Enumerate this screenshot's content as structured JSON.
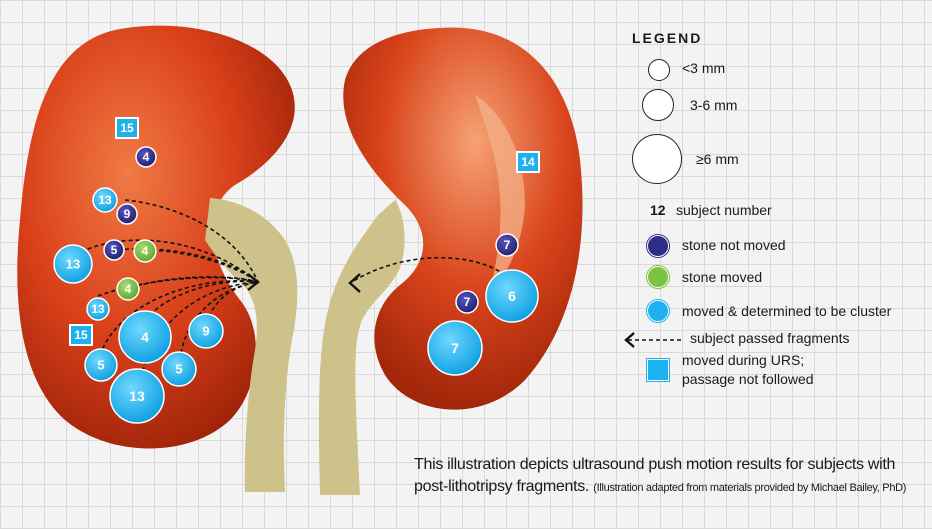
{
  "legend": {
    "title": "LEGEND",
    "size_small": "<3 mm",
    "size_medium": "3-6 mm",
    "size_large": "≥6 mm",
    "subject_sample": "12",
    "subject_label": "subject number",
    "not_moved": "stone not moved",
    "moved": "stone moved",
    "cluster": "moved & determined to be cluster",
    "passed": "subject passed fragments",
    "urs_line1": "moved during URS;",
    "urs_line2": "passage not followed"
  },
  "colors": {
    "kidney": "#d9401a",
    "ureter": "#cdc28a",
    "not_moved": "#2e2d87",
    "moved": "#7cc243",
    "cluster": "#1fb0ee",
    "urs": "#1fb0ee"
  },
  "left_kidney": {
    "urs_squares": [
      {
        "label": "15"
      },
      {
        "label": "15"
      }
    ],
    "not_moved": [
      {
        "label": "4"
      },
      {
        "label": "9"
      },
      {
        "label": "5"
      }
    ],
    "moved": [
      {
        "label": "4"
      },
      {
        "label": "4"
      }
    ],
    "cluster": [
      {
        "label": "13"
      },
      {
        "label": "13"
      },
      {
        "label": "13"
      },
      {
        "label": "4"
      },
      {
        "label": "9"
      },
      {
        "label": "5"
      },
      {
        "label": "5"
      },
      {
        "label": "13"
      }
    ]
  },
  "right_kidney": {
    "urs_squares": [
      {
        "label": "14"
      }
    ],
    "not_moved": [
      {
        "label": "7"
      },
      {
        "label": "7"
      }
    ],
    "cluster": [
      {
        "label": "6"
      },
      {
        "label": "7"
      }
    ]
  },
  "caption": {
    "main": "This illustration depicts ultrasound push motion results for subjects with post-lithotripsy fragments.",
    "credit": "(Illustration adapted from materials provided by Michael Bailey, PhD)"
  }
}
